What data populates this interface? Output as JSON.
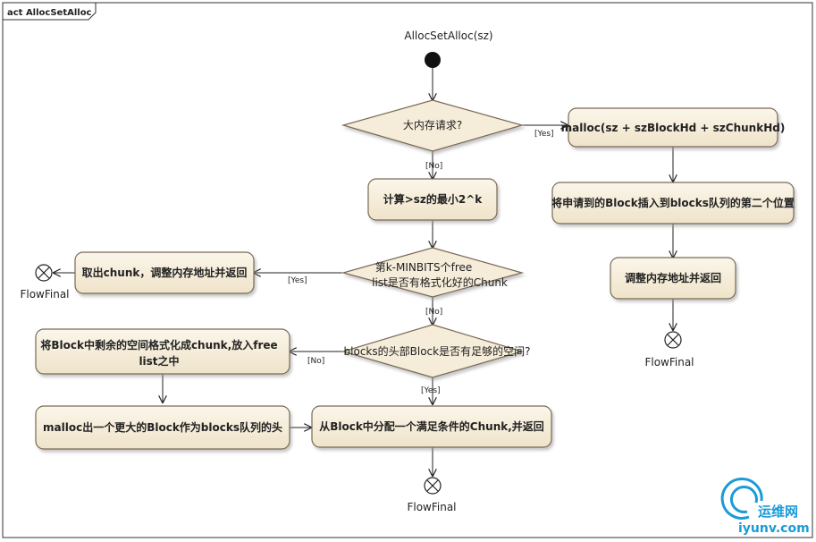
{
  "frame": {
    "title": "act AllocSetAlloc"
  },
  "start_label": "AllocSetAlloc(sz)",
  "decisions": {
    "d1": "大内存请求?",
    "d2_line1": "第k-MINBITS个free",
    "d2_line2": "list是否有格式化好的Chunk",
    "d3": "blocks的头部Block是否有足够的空间?"
  },
  "actions": {
    "malloc_big": "malloc(sz + szBlockHd + szChunkHd)",
    "insert_second": "将申请到的Block插入到blocks队列的第二个位置",
    "adjust_right": "调整内存地址并返回",
    "compute": "计算>sz的最小2^k",
    "take_chunk": "取出chunk，调整内存地址并返回",
    "format_rest_line1": "将Block中剩余的空间格式化成chunk,放入free",
    "format_rest_line2": "list之中",
    "malloc_new_block": "malloc出一个更大的Block作为blocks队列的头",
    "alloc_chunk": "从Block中分配一个满足条件的Chunk,并返回"
  },
  "guards": {
    "d1_yes": "[Yes]",
    "d1_no": "[No]",
    "d2_yes": "[Yes]",
    "d2_no": "[No]",
    "d3_no": "[No]",
    "d3_yes": "[Yes]"
  },
  "finals": {
    "left": "FlowFinal",
    "right": "FlowFinal",
    "bottom": "FlowFinal"
  },
  "watermark": {
    "cn": "运维网",
    "url": "iyunv.com"
  },
  "colors": {
    "action_fill": "#f5ecd9",
    "action_stroke": "#7a6a55",
    "line": "#222222",
    "watermark": "#1b9bd7"
  }
}
